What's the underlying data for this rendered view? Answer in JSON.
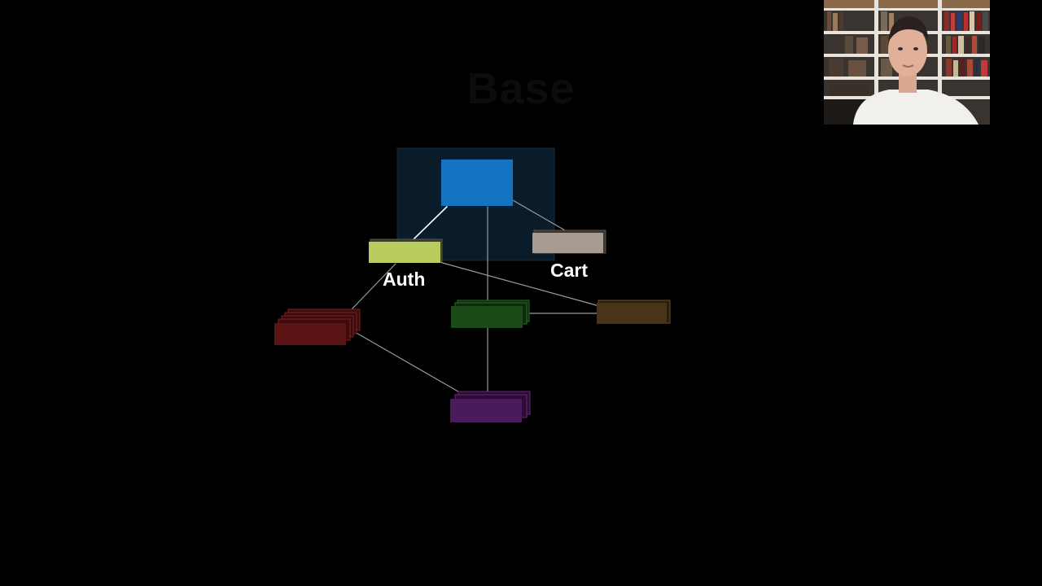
{
  "slide": {
    "faded_title": "Base",
    "labels": {
      "auth": "Auth",
      "cart": "Cart"
    }
  },
  "colors": {
    "background": "#000000",
    "base_highlight": "#0a1c2a",
    "base": "#1474c4",
    "auth": "#b8cc60",
    "cart": "#a89c92",
    "red_stack": "#5a1414",
    "green_stack": "#1a4a18",
    "brown": "#4a3418",
    "purple_stack": "#4a1a5a",
    "edges": "#9a9a9a"
  },
  "webcam": {
    "description_visible": false
  }
}
